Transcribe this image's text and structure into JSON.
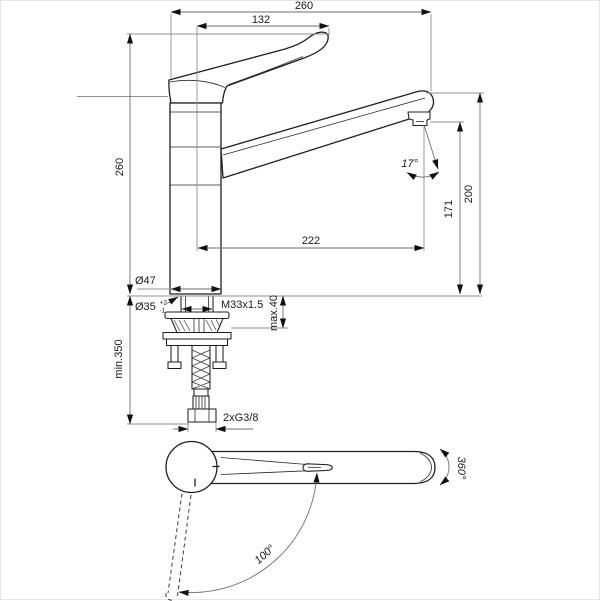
{
  "drawing": {
    "colors": {
      "outline": "#1f1f1f",
      "dimension_line": "#8f8f8f",
      "arrow": "#111111",
      "text": "#1a1a1a",
      "background": "#ffffff"
    },
    "side_view": {
      "overall_width": "260",
      "handle_length": "132",
      "overall_height": "260",
      "spout_outlet_height": "200",
      "aerator_height": "171",
      "spout_reach": "222",
      "outlet_angle": "17°",
      "body_diameter": "Ø47"
    },
    "installation": {
      "hole_diameter": "Ø35",
      "hole_tolerance_plus": "+2",
      "hole_tolerance_minus": "-1",
      "thread_size": "M33x1.5",
      "deck_thickness_max": "max.40",
      "hose_length_min": "min.350",
      "supply_connection": "2xG3/8"
    },
    "top_view": {
      "spout_swivel": "360°",
      "handle_swing": "100°"
    }
  }
}
